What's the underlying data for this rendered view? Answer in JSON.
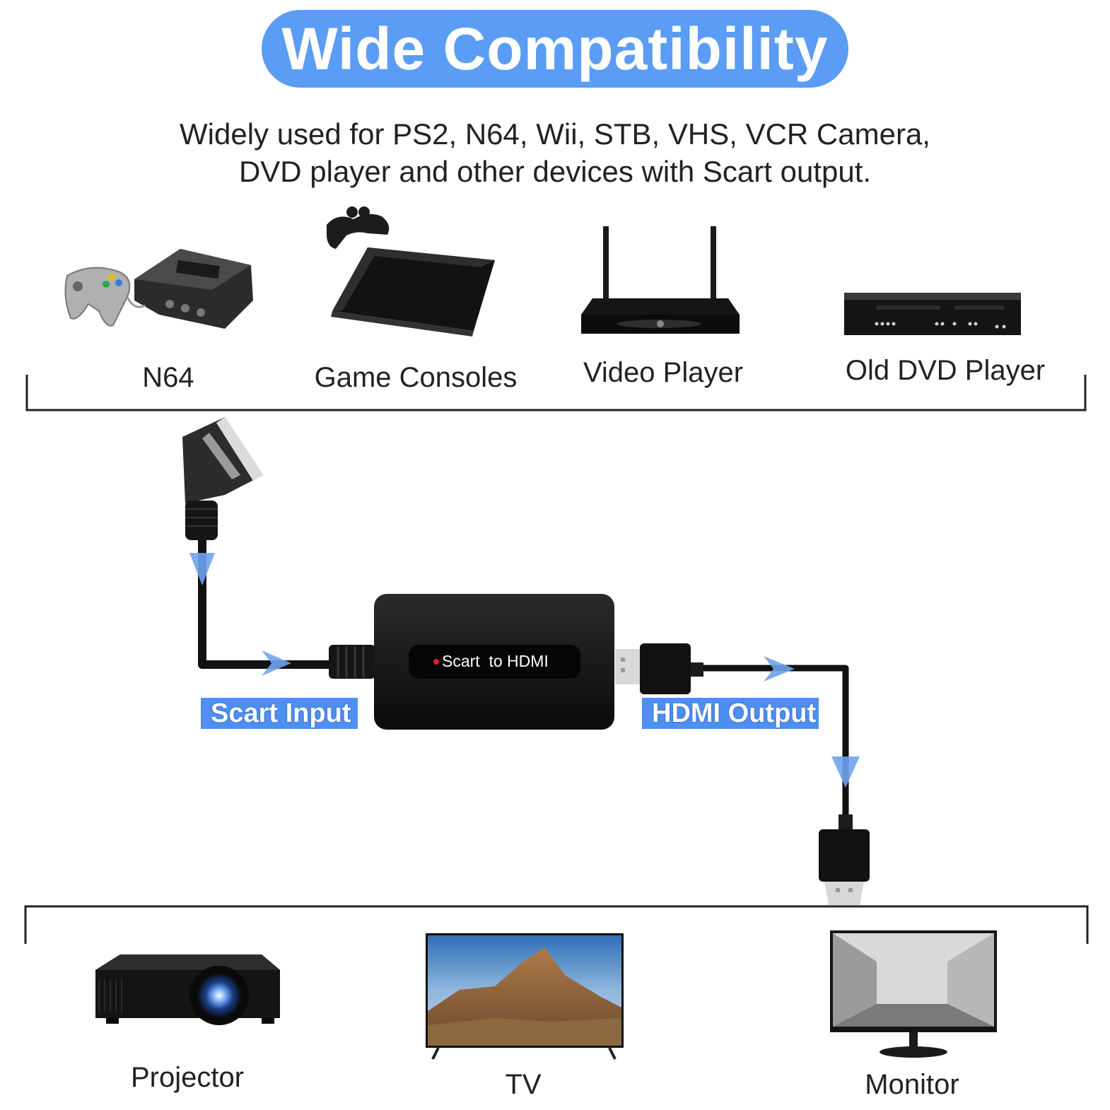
{
  "header": {
    "title": "Wide Compatibility",
    "subtitle_line1": "Widely used for PS2, N64, Wii, STB, VHS, VCR Camera,",
    "subtitle_line2": "DVD player and other devices with Scart output."
  },
  "sources": [
    {
      "label": "N64",
      "icon": "n64-console-icon"
    },
    {
      "label": "Game Consoles",
      "icon": "ps3-console-icon"
    },
    {
      "label": "Video Player",
      "icon": "set-top-box-icon"
    },
    {
      "label": "Old DVD Player",
      "icon": "dvd-vcr-player-icon"
    }
  ],
  "converter": {
    "device_label_left": "Scart",
    "device_label_right": "to HDMI",
    "input_tag": "Scart Input",
    "output_tag": "HDMI Output"
  },
  "displays": [
    {
      "label": "Projector",
      "icon": "projector-icon"
    },
    {
      "label": "TV",
      "icon": "tv-icon"
    },
    {
      "label": "Monitor",
      "icon": "monitor-icon"
    }
  ],
  "colors": {
    "accent": "#5b9cf5",
    "tag_blue": "#4f8ff0",
    "arrow_blue": "#6fa3ee",
    "device_black": "#141414",
    "led_red": "#e0201c"
  }
}
